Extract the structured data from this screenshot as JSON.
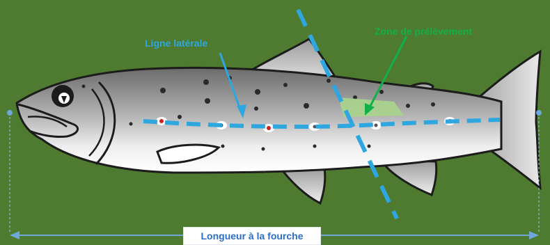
{
  "labels": {
    "lateral_line": "Ligne latérale",
    "sampling_zone": "Zone de prélèvement",
    "fork_length": "Longueur à la fourche"
  },
  "colors": {
    "background": "#4e7b2f",
    "lateral_line": "#2ea6e0",
    "sampling_zone": "#12b04b",
    "zone_fill": "#a9d48c",
    "measure": "#9cc8ea",
    "fish_outline": "#1c1c1c"
  }
}
